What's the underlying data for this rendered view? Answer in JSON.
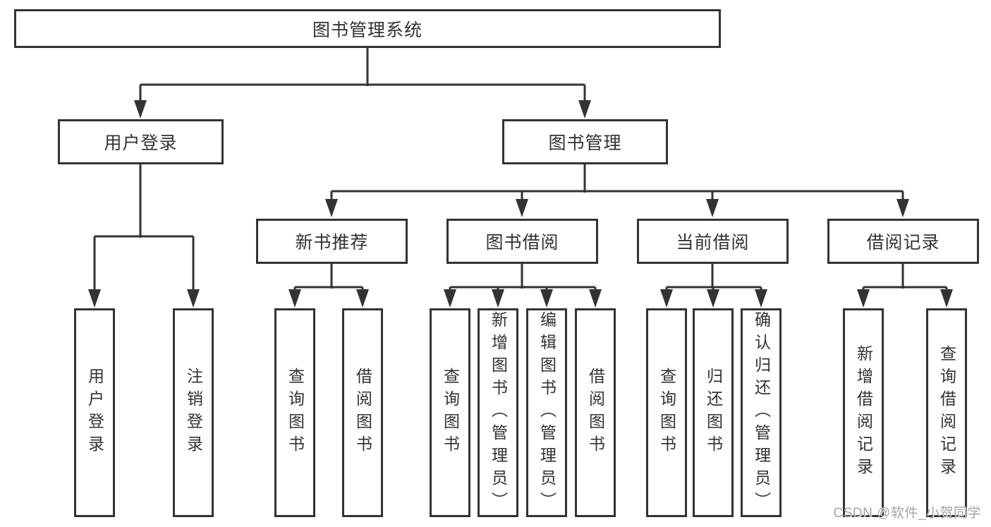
{
  "tree": {
    "root": {
      "label": "图书管理系统",
      "children": [
        {
          "label": "用户登录",
          "children": [
            {
              "label": "用户登录"
            },
            {
              "label": "注销登录"
            }
          ]
        },
        {
          "label": "图书管理",
          "children": [
            {
              "label": "新书推荐",
              "children": [
                {
                  "label": "查询图书"
                },
                {
                  "label": "借阅图书"
                }
              ]
            },
            {
              "label": "图书借阅",
              "children": [
                {
                  "label": "查询图书"
                },
                {
                  "label": "新增图书（管理员）"
                },
                {
                  "label": "编辑图书（管理员）"
                },
                {
                  "label": "借阅图书"
                }
              ]
            },
            {
              "label": "当前借阅",
              "children": [
                {
                  "label": "查询图书"
                },
                {
                  "label": "归还图书"
                },
                {
                  "label": "确认归还（管理员）"
                }
              ]
            },
            {
              "label": "借阅记录",
              "children": [
                {
                  "label": "新增借阅记录"
                },
                {
                  "label": "查询借阅记录"
                }
              ]
            }
          ]
        }
      ]
    }
  },
  "watermark": "CSDN @软件_小贺同学",
  "colors": {
    "line": "#333333",
    "text": "#323232",
    "watermark": "#a4a4a4",
    "background": "#ffffff"
  }
}
